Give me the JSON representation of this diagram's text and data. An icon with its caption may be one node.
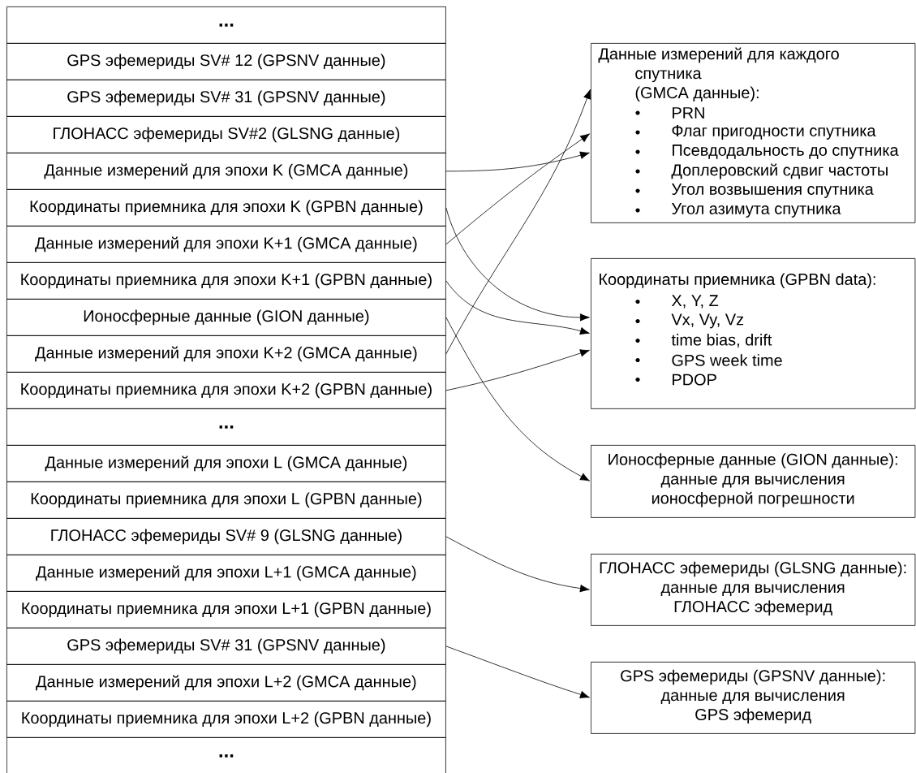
{
  "diagram": {
    "nodes": [
      {
        "text": [
          "..."
        ]
      },
      {
        "text": [
          "GPS эфемериды SV# 12 (GPSNV данные)"
        ]
      },
      {
        "text": [
          "GPS эфемериды SV# 31 (GPSNV данные)"
        ]
      },
      {
        "text": [
          "ГЛОНАСС эфемериды SV#2 (GLSNG данные)"
        ]
      },
      {
        "text": [
          "Данные измерений для эпохи K (GMCA данные)"
        ]
      },
      {
        "text": [
          "Координаты приемника для эпохи K (GPBN данные)"
        ]
      },
      {
        "text": [
          "Данные измерений для эпохи K+1 (GMCA данные)"
        ]
      },
      {
        "text": [
          "Координаты приемника для эпохи K+1 (GPBN данные)"
        ]
      },
      {
        "text": [
          "Ионосферные данные (GION данные)"
        ]
      },
      {
        "text": [
          "Данные измерений для эпохи K+2 (GMCA данные)"
        ]
      },
      {
        "text": [
          "Координаты приемника для эпохи K+2 (GPBN данные)"
        ]
      },
      {
        "text": [
          "..."
        ]
      },
      {
        "text": [
          "Данные измерений для эпохи L (GMCA данные)"
        ]
      },
      {
        "text": [
          "Координаты приемника для эпохи L (GPBN данные)"
        ]
      },
      {
        "text": [
          "ГЛОНАСС эфемериды SV# 9 (GLSNG данные)"
        ]
      },
      {
        "text": [
          "Данные измерений для эпохи L+1 (GMCA данные)"
        ]
      },
      {
        "text": [
          "Координаты приемника для эпохи L+1 (GPBN данные)"
        ]
      },
      {
        "text": [
          "GPS эфемериды SV# 31 (GPSNV данные)"
        ]
      },
      {
        "text": [
          "Данные измерений для эпохи L+2 (GMCA данные)"
        ]
      },
      {
        "text": [
          "Координаты приемника для эпохи L+2 (GPBN данные)"
        ]
      },
      {
        "text": [
          "..."
        ]
      },
      {
        "text": [
          "Данные измерений для каждого спутника",
          "(GMCA данные):",
          "PRN",
          "Флаг пригодности спутника",
          "Псевдодальность до спутника",
          "Доплеровский сдвиг частоты",
          "Угол возвышения спутника",
          "Угол азимута спутника"
        ]
      },
      {
        "text": [
          "Координаты приемника (GPBN data):",
          "X, Y, Z",
          "Vx, Vy, Vz",
          "time bias, drift",
          "GPS week time",
          "PDOP"
        ]
      },
      {
        "text": [
          "Ионосферные данные (GION данные):",
          "данные для вычисления ионосферной погрешности"
        ]
      },
      {
        "text": [
          "ГЛОНАСС эфемериды (GLSNG данные):",
          "данные для вычисления ГЛОНАСС эфемерид"
        ]
      },
      {
        "text": [
          "GPS эфемериды (GPSNV данные):",
          "данные для вычисления GPS эфемерид"
        ]
      }
    ],
    "edges": [
      {
        "from": 4,
        "to": 21,
        "arrow": "to"
      },
      {
        "from": 5,
        "to": 22,
        "arrow": "to"
      },
      {
        "from": 6,
        "to": 21,
        "arrow": "to"
      },
      {
        "from": 7,
        "to": 22,
        "arrow": "to"
      },
      {
        "from": 8,
        "to": 23,
        "arrow": "to"
      },
      {
        "from": 9,
        "to": 21,
        "arrow": "to"
      },
      {
        "from": 10,
        "to": 22,
        "arrow": "to"
      },
      {
        "from": 14,
        "to": 24,
        "arrow": "to"
      },
      {
        "from": 17,
        "to": 25,
        "arrow": "to"
      }
    ]
  }
}
